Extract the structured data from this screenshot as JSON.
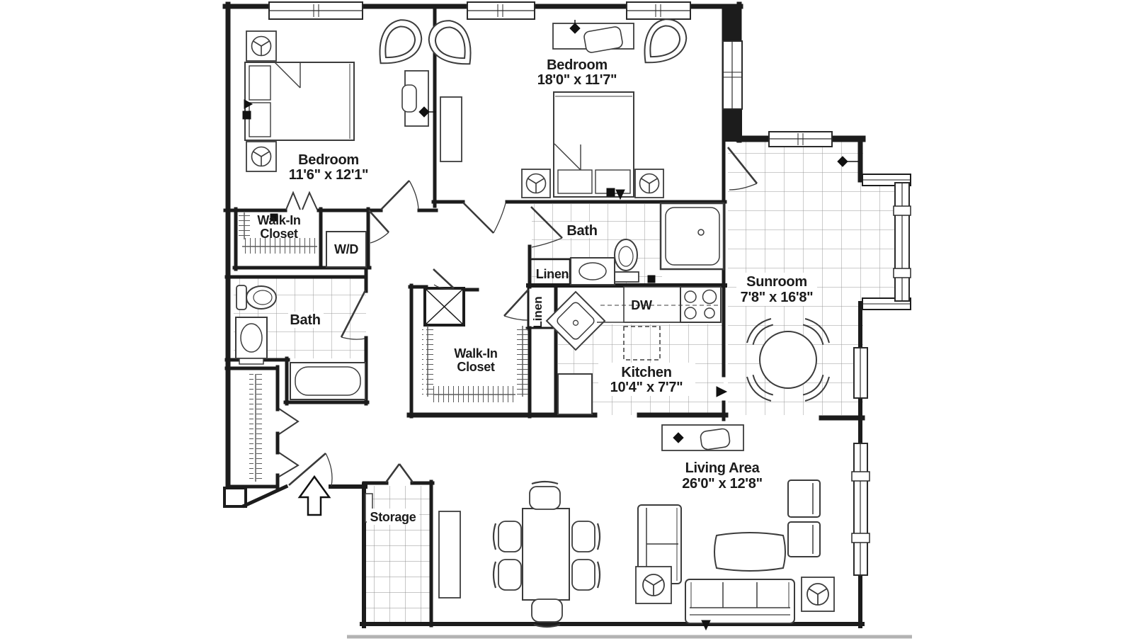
{
  "floorplan": {
    "bedroom_left": {
      "name": "Bedroom",
      "dims": "11'6\" x 12'1\""
    },
    "bedroom_right": {
      "name": "Bedroom",
      "dims": "18'0\" x 11'7\""
    },
    "walk_in_closet_left": {
      "line1": "Walk-In",
      "line2": "Closet"
    },
    "walk_in_closet_center": {
      "line1": "Walk-In",
      "line2": "Closet"
    },
    "washer_dryer": {
      "label": "W/D"
    },
    "bath_left": {
      "label": "Bath"
    },
    "bath_top": {
      "label": "Bath"
    },
    "linen_top": {
      "label": "Linen"
    },
    "linen_center": {
      "label": "Linen"
    },
    "dishwasher": {
      "label": "DW"
    },
    "kitchen": {
      "name": "Kitchen",
      "dims": "10'4\" x 7'7\""
    },
    "sunroom": {
      "name": "Sunroom",
      "dims": "7'8\" x 16'8\""
    },
    "living_area": {
      "name": "Living Area",
      "dims": "26'0\" x 12'8\""
    },
    "storage": {
      "label": "Storage"
    },
    "colors": {
      "wall": "#1c1c1c",
      "grid": "#909090",
      "furniture": "#3c3c3c",
      "background": "#ffffff",
      "shadow": "#b3b3b3"
    }
  }
}
